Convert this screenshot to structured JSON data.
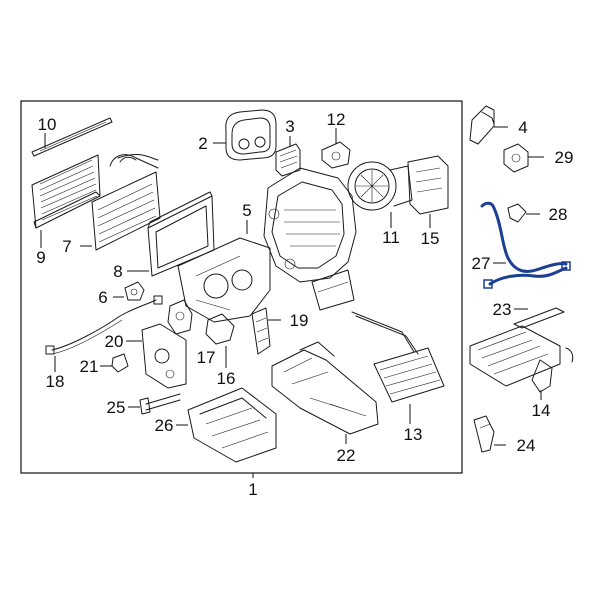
{
  "callouts": [
    {
      "id": "1",
      "label": "1"
    },
    {
      "id": "2",
      "label": "2"
    },
    {
      "id": "3",
      "label": "3"
    },
    {
      "id": "4",
      "label": "4"
    },
    {
      "id": "5",
      "label": "5"
    },
    {
      "id": "6",
      "label": "6"
    },
    {
      "id": "7",
      "label": "7"
    },
    {
      "id": "8",
      "label": "8"
    },
    {
      "id": "9",
      "label": "9"
    },
    {
      "id": "10",
      "label": "10"
    },
    {
      "id": "11",
      "label": "11"
    },
    {
      "id": "12",
      "label": "12"
    },
    {
      "id": "13",
      "label": "13"
    },
    {
      "id": "14",
      "label": "14"
    },
    {
      "id": "15",
      "label": "15"
    },
    {
      "id": "16",
      "label": "16"
    },
    {
      "id": "17",
      "label": "17"
    },
    {
      "id": "18",
      "label": "18"
    },
    {
      "id": "19",
      "label": "19"
    },
    {
      "id": "20",
      "label": "20"
    },
    {
      "id": "21",
      "label": "21"
    },
    {
      "id": "22",
      "label": "22"
    },
    {
      "id": "23",
      "label": "23"
    },
    {
      "id": "24",
      "label": "24"
    },
    {
      "id": "25",
      "label": "25"
    },
    {
      "id": "26",
      "label": "26"
    },
    {
      "id": "27",
      "label": "27"
    },
    {
      "id": "28",
      "label": "28"
    },
    {
      "id": "29",
      "label": "29"
    }
  ],
  "colors": {
    "line": "#1a1a1a",
    "highlight": "#1c3f94",
    "background": "#ffffff"
  },
  "highlighted_part": "27"
}
